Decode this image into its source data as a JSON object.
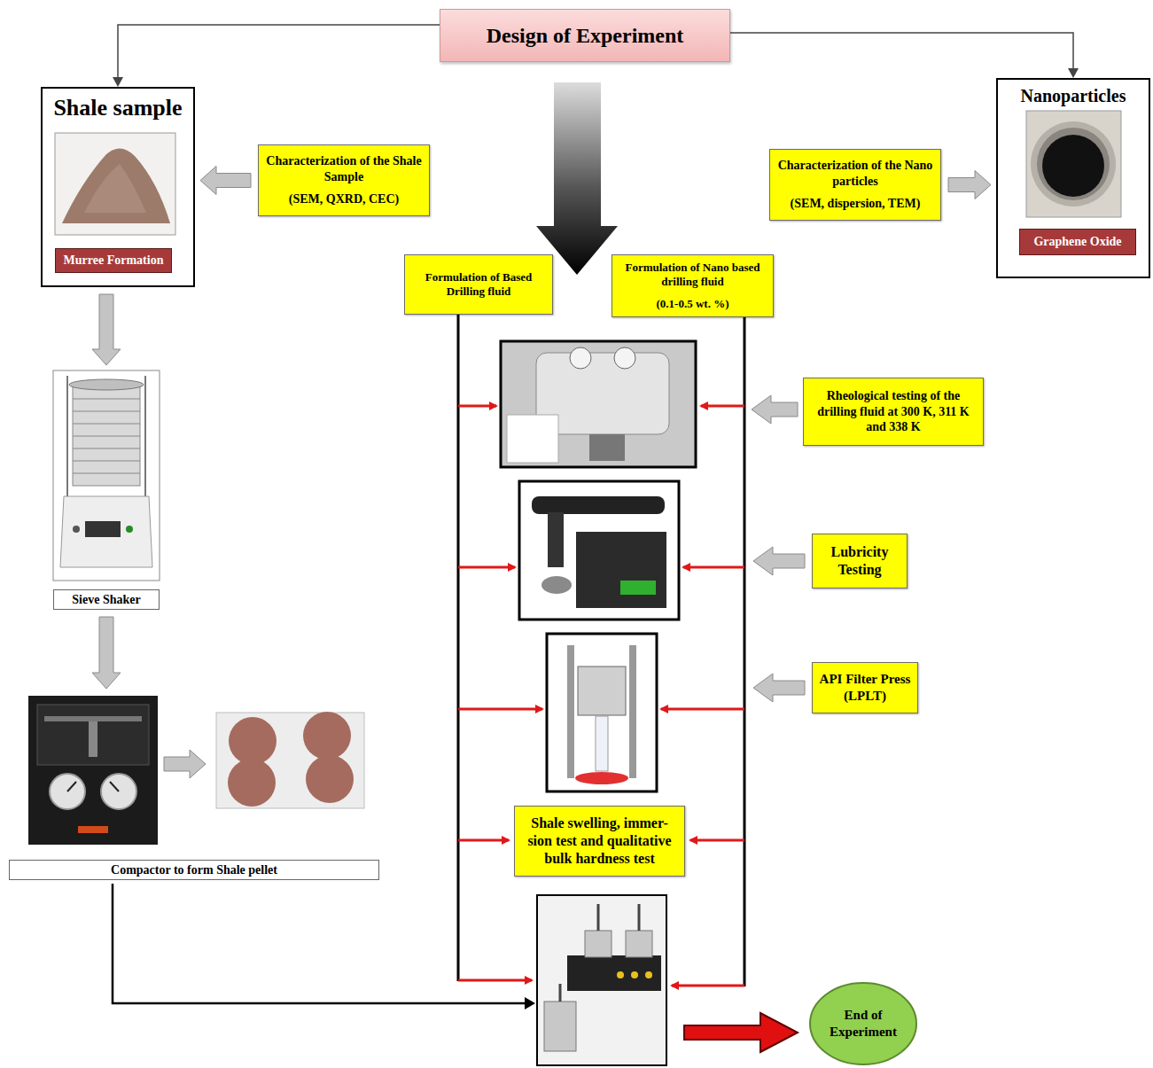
{
  "diagram": {
    "nodes": [
      {
        "text": [
          "Design of Experiment"
        ]
      },
      {
        "text": [
          "Shale sample"
        ]
      },
      {
        "text": [
          "Murree Formation"
        ],
        "in": 1
      },
      {
        "text": [
          "Characterization of the Shale Sample",
          "(SEM, QXRD, CEC)"
        ]
      },
      {
        "text": [
          "Characterization of the Nano particles",
          "(SEM, dispersion, TEM)"
        ]
      },
      {
        "text": [
          "Nanoparticles"
        ]
      },
      {
        "text": [
          "Graphene Oxide"
        ],
        "in": 5
      },
      {
        "text": [
          "Formulation of Based Drilling fluid"
        ]
      },
      {
        "text": [
          "Formulation of Nano based drilling fluid",
          "(0.1-0.5 wt. %)"
        ]
      },
      {
        "text": [
          "Rheological testing of the drilling fluid at 300 K, 311 K and 338 K"
        ]
      },
      {
        "text": [
          "Lubricity Testing"
        ]
      },
      {
        "text": [
          "API Filter Press (LPLT)"
        ]
      },
      {
        "text": [
          "Sieve Shaker"
        ]
      },
      {
        "text": [
          "Compactor to form Shale pellet"
        ]
      },
      {
        "text": [
          "Shale swelling, immer- sion test and qualitative bulk hardness test"
        ]
      },
      {
        "text": [
          "End of Experiment"
        ]
      }
    ],
    "edges": [
      {
        "from": 0,
        "to": 1,
        "arrow": "to"
      },
      {
        "from": 0,
        "to": 5,
        "arrow": "to"
      },
      {
        "from": 3,
        "to": 1,
        "arrow": "to"
      },
      {
        "from": 4,
        "to": 5,
        "arrow": "to"
      },
      {
        "from": 1,
        "to": 12,
        "arrow": "to"
      },
      {
        "from": 12,
        "to": 13,
        "arrow": "to"
      }
    ]
  }
}
